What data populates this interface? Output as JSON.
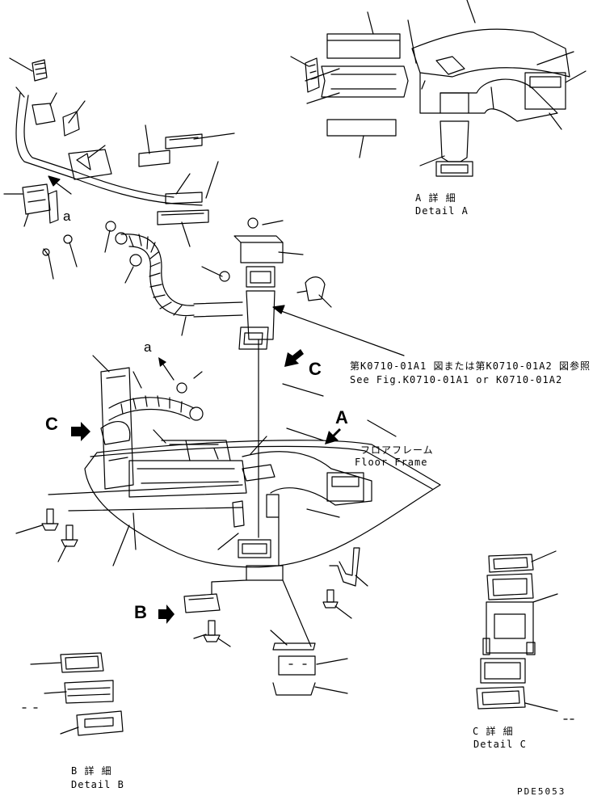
{
  "labels": {
    "detail_a_jp": "A 詳 細",
    "detail_a_en": "Detail A",
    "detail_b_jp": "B 詳 細",
    "detail_b_en": "Detail B",
    "detail_c_jp": "C 詳 細",
    "detail_c_en": "Detail C",
    "ref_jp": "第K0710-01A1 図または第K0710-01A2 図参照",
    "ref_en": "See Fig.K0710-01A1 or K0710-01A2",
    "floor_jp": "フロアフレーム",
    "floor_en": "Floor Frame",
    "mark_a_upper": "a",
    "mark_a_lower": "a",
    "mark_c_left": "C",
    "mark_c_right": "C",
    "mark_a_big": "A",
    "mark_b_big": "B",
    "drawing_code": "PDE5053"
  },
  "colors": {
    "line": "#000000",
    "background": "#ffffff"
  }
}
